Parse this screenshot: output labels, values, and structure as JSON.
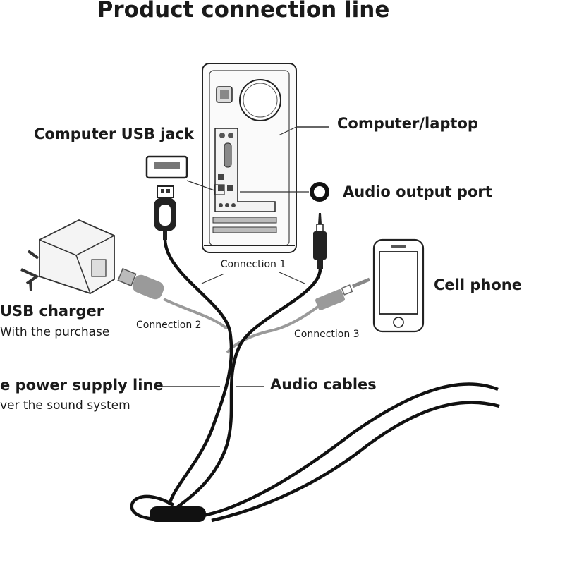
{
  "title": "Product connection line",
  "labels": {
    "computer_usb_jack": "Computer USB jack",
    "computer_laptop": "Computer/laptop",
    "audio_output_port": "Audio output port",
    "cell_phone": "Cell phone",
    "usb_charger": "USB charger",
    "usb_charger_note": "With the purchase",
    "power_supply_line": "e power supply line",
    "power_supply_note": "ver the sound system",
    "audio_cables": "Audio cables",
    "connection_1": "Connection 1",
    "connection_2": "Connection 2",
    "connection_3": "Connection 3"
  },
  "icons": [
    "computer-tower-icon",
    "usb-port-icon",
    "usb-plug-icon",
    "audio-jack-icon",
    "audio-port-icon",
    "usb-charger-icon",
    "cell-phone-icon"
  ]
}
